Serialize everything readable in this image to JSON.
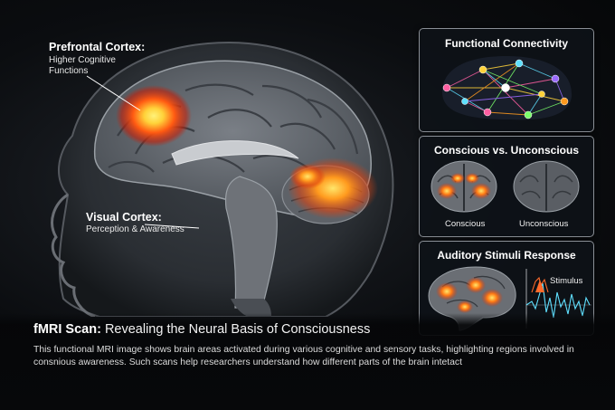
{
  "labels": {
    "prefrontal_title": "Prefrontal Cortex:",
    "prefrontal_line1": "Higher Cognitive",
    "prefrontal_line2": "Functions",
    "visual_title": "Visual Cortex:",
    "visual_sub": "Perception & Awareness"
  },
  "panels": {
    "connectivity": {
      "title": "Functional Connectivity"
    },
    "conscious": {
      "title": "Conscious vs. Unconscious",
      "left_caption": "Conscious",
      "right_caption": "Unconscious"
    },
    "auditory": {
      "title": "Auditory Stimuli Response",
      "stimulus_label": "Stimulus"
    }
  },
  "caption": {
    "headline_bold": "fMRI Scan:",
    "headline_rest": " Revealing the Neural Basis of Consciousness",
    "body": "This functional MRI image shows brain areas activated during various cognitive and sensory tasks, highlighting regions involved in consnious awareness. Such scans help researchers understand how different parts of the brain intetact"
  },
  "colors": {
    "activation_hot": "#ffd23a",
    "activation_warm": "#ff5a12",
    "panel_border": "#8a8f96"
  }
}
